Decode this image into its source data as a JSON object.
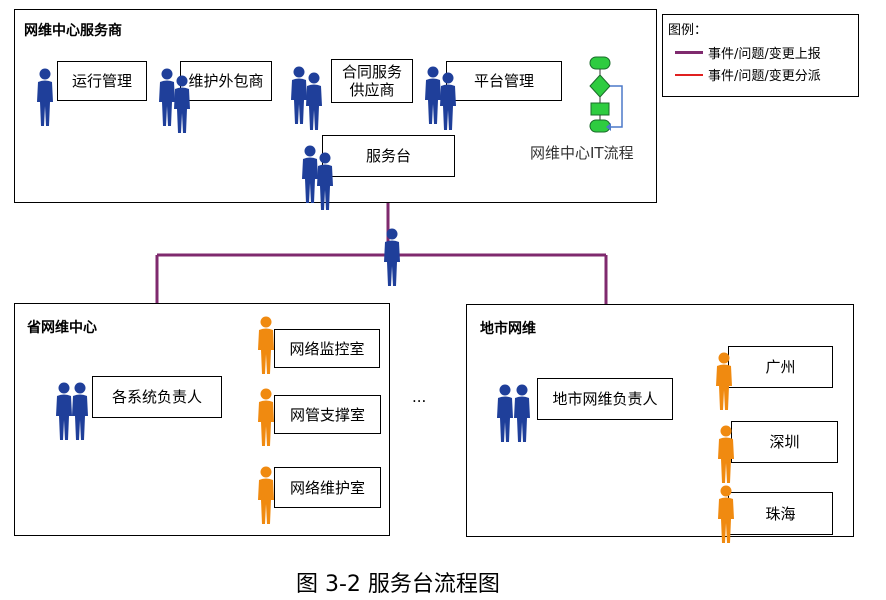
{
  "colors": {
    "report": "#7f2a6e",
    "dispatch": "#e02020",
    "person_blue": "#1f3f9a",
    "person_orange": "#f08a10"
  },
  "top_panel": {
    "title": "网维中心服务商",
    "boxes": [
      "运行管理",
      "维护外包商",
      "合同服务供应商",
      "平台管理"
    ],
    "service_desk": "服务台",
    "flow_label": "网维中心IT流程"
  },
  "legend": {
    "title": "图例：",
    "items": [
      {
        "label": "事件/问题/变更上报",
        "color": "#7f2a6e"
      },
      {
        "label": "事件/问题/变更分派",
        "color": "#e02020"
      }
    ]
  },
  "province_panel": {
    "title": "省网维中心",
    "lead": "各系统负责人",
    "rooms": [
      "网络监控室",
      "网管支撑室",
      "网络维护室"
    ]
  },
  "ellipsis": "...",
  "city_panel": {
    "title": "地市网维",
    "lead": "地市网维负责人",
    "cities": [
      "广州",
      "深圳",
      "珠海"
    ]
  },
  "caption": "图 3-2 服务台流程图"
}
